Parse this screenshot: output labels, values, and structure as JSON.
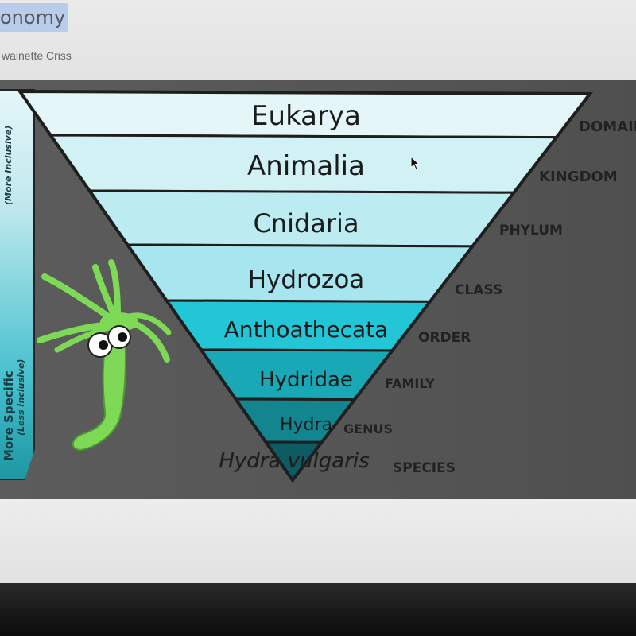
{
  "header": {
    "title": "onomy",
    "author": "wainette Criss"
  },
  "sidebar": {
    "top_label": "(More Inclusive)",
    "bottom_label": "More Specific",
    "bottom_sublabel": "(Less Inclusive)"
  },
  "levels": [
    {
      "name": "Eukarya",
      "rank": "DOMAIN"
    },
    {
      "name": "Animalia",
      "rank": "KINGDOM"
    },
    {
      "name": "Cnidaria",
      "rank": "PHYLUM"
    },
    {
      "name": "Hydrozoa",
      "rank": "CLASS"
    },
    {
      "name": "Anthoathecata",
      "rank": "ORDER"
    },
    {
      "name": "Hydridae",
      "rank": "FAMILY"
    },
    {
      "name": "Hydra",
      "rank": "GENUS"
    },
    {
      "name": "Hydra vulgaris",
      "rank": "SPECIES"
    }
  ],
  "colors": {
    "bands": [
      "#e5f6f8",
      "#d1f1f5",
      "#bcecf2",
      "#a7e6ee",
      "#22c6d6",
      "#19a9b6",
      "#13858f",
      "#0d5c63"
    ],
    "outline": "#1e1e1e",
    "hydra_body": "#7ed957",
    "panel": "#555555"
  },
  "icons": [
    "cursor-arrow-icon",
    "hydra-mascot"
  ]
}
